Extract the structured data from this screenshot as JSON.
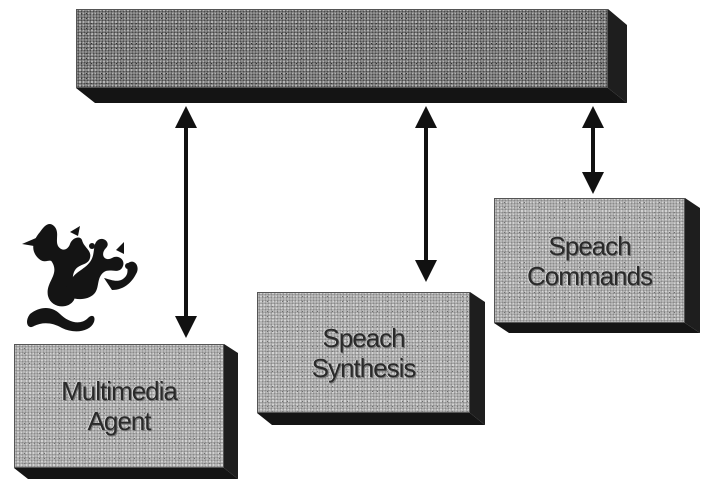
{
  "diagram": {
    "top_bar": {
      "label": ""
    },
    "boxes": [
      {
        "id": "multimedia-agent",
        "lines": [
          "Multimedia",
          "Agent"
        ]
      },
      {
        "id": "speech-synthesis",
        "lines": [
          "Speach",
          "Synthesis"
        ]
      },
      {
        "id": "speech-commands",
        "lines": [
          "Speach",
          "Commands"
        ]
      }
    ],
    "connections": [
      {
        "from": "top-bar",
        "to": "multimedia-agent",
        "direction": "bidirectional"
      },
      {
        "from": "top-bar",
        "to": "speech-synthesis",
        "direction": "bidirectional"
      },
      {
        "from": "top-bar",
        "to": "speech-commands",
        "direction": "bidirectional"
      }
    ],
    "colors": {
      "box_fill": "#b9b9b9",
      "box_side": "#1e1e1e",
      "arrow": "#111111"
    },
    "icons": [
      "dragon-icon"
    ]
  }
}
